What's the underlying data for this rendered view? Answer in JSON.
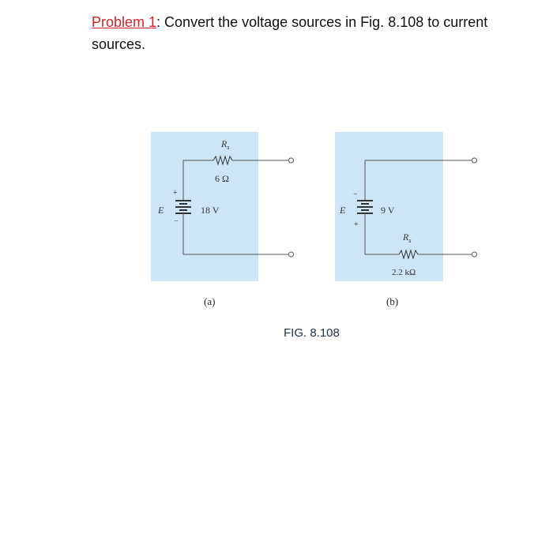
{
  "problem": {
    "label": "Problem 1",
    "text": ": Convert the voltage sources in Fig. 8.108 to current sources."
  },
  "circuit_a": {
    "resistor_label": "R",
    "resistor_subscript": "s",
    "resistor_value": "6 Ω",
    "source_label": "E",
    "source_value": "18 V",
    "plus": "+",
    "minus": "−",
    "caption": "(a)"
  },
  "circuit_b": {
    "resistor_label": "R",
    "resistor_subscript": "s",
    "resistor_value": "2.2 kΩ",
    "source_label": "E",
    "source_value": "9 V",
    "plus": "+",
    "minus": "−",
    "caption": "(b)"
  },
  "figure_caption": "FIG. 8.108"
}
